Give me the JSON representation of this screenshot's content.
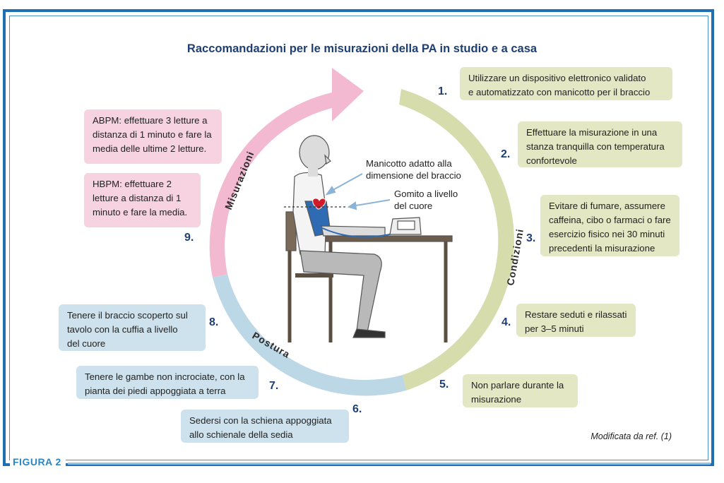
{
  "title": "Raccomandazioni per le misurazioni della PA in studio e a casa",
  "figure_label": "FIGURA 2",
  "caption": "Modificata da ref. (1)",
  "segments": {
    "condizioni": "Condizioni",
    "postura": "Postura",
    "misurazioni": "Misurazioni"
  },
  "colors": {
    "condizioni": "#d6dcab",
    "postura": "#bcd7e6",
    "misurazioni": "#f2b9d1",
    "frame": "#1f6fb2",
    "title": "#1e3f73"
  },
  "illustration_labels": {
    "cuff": "Manicotto adatto alla dimensione del braccio",
    "cuff_line1": "Manicotto adatto alla",
    "cuff_line2": "dimensione del braccio",
    "elbow_line1": "Gomito a livello",
    "elbow_line2": "del cuore"
  },
  "recommendations": [
    {
      "number": "1.",
      "line1": "Utilizzare un dispositivo elettronico validato",
      "line2": "e automatizzato con manicotto per il braccio"
    },
    {
      "number": "2.",
      "line1": "Effettuare la misurazione in una",
      "line2": "stanza tranquilla con temperatura",
      "line3": "confortevole"
    },
    {
      "number": "3.",
      "line1": "Evitare di fumare, assumere",
      "line2": "caffeina, cibo o farmaci o fare",
      "line3": "esercizio fisico nei 30 minuti",
      "line4": "precedenti la misurazione"
    },
    {
      "number": "4.",
      "line1": "Restare seduti e rilassati",
      "line2": "per 3–5 minuti"
    },
    {
      "number": "5.",
      "line1": "Non parlare durante la",
      "line2": "misurazione"
    },
    {
      "number": "6.",
      "line1": "Sedersi con la schiena appoggiata",
      "line2": "allo schienale della sedia"
    },
    {
      "number": "7.",
      "line1": "Tenere le gambe non incrociate, con la",
      "line2": "pianta dei piedi appoggiata a terra"
    },
    {
      "number": "8.",
      "line1": "Tenere il braccio scoperto sul",
      "line2": "tavolo con la cuffia a livello",
      "line3": "del cuore"
    },
    {
      "number": "9.",
      "abpm_line1": "ABPM: effettuare 3 letture a",
      "abpm_line2": "distanza di 1 minuto e fare  la",
      "abpm_line3": "media delle ultime 2 letture.",
      "hbpm_line1": "HBPM: effettuare 2",
      "hbpm_line2": "letture a distanza di 1",
      "hbpm_line3": "minuto e fare la media."
    }
  ]
}
